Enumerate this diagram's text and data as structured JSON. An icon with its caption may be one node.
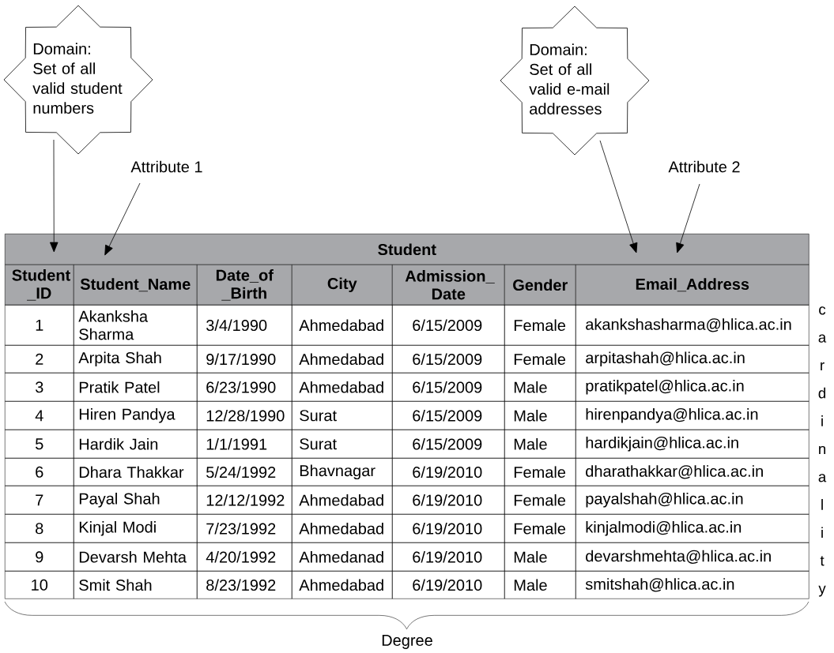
{
  "diagram": {
    "nodes": [
      {
        "text": [
          "Domain:",
          "Set of all valid student numbers"
        ]
      },
      {
        "text": [
          "Domain:",
          "Set of all valid e-mail addresses"
        ]
      },
      {
        "text": [
          "Attribute 1"
        ]
      },
      {
        "text": [
          "Attribute 2"
        ]
      },
      {
        "text": [
          "Student _ID"
        ]
      },
      {
        "text": [
          "Student_Name"
        ]
      },
      {
        "text": [
          "Email_Address"
        ]
      }
    ],
    "edges": [
      {
        "from": 0,
        "to": 4,
        "arrow": "to"
      },
      {
        "from": 2,
        "to": 5,
        "arrow": "to"
      },
      {
        "from": 1,
        "to": 6,
        "arrow": "to"
      },
      {
        "from": 3,
        "to": 6,
        "arrow": "to"
      }
    ],
    "labels": [
      "Student",
      "Date_of _Birth",
      "City",
      "Admission_ Date",
      "Gender",
      "1",
      "Akanksha Sharma",
      "3/4/1990",
      "Ahmedabad",
      "6/15/2009",
      "Female",
      "akankshasharma@hlica.ac.in",
      "2",
      "Arpita Shah",
      "9/17/1990",
      "Ahmedabad",
      "6/15/2009",
      "Female",
      "arpitashah@hlica.ac.in",
      "3",
      "Pratik Patel",
      "6/23/1990",
      "Ahmedabad",
      "6/15/2009",
      "Male",
      "pratikpatel@hlica.ac.in",
      "4",
      "Hiren Pandya",
      "12/28/1990",
      "Surat",
      "6/15/2009",
      "Male",
      "hirenpandya@hlica.ac.in",
      "5",
      "Hardik Jain",
      "1/1/1991",
      "Surat",
      "6/15/2009",
      "Male",
      "hardikjain@hlica.ac.in",
      "6",
      "Dhara Thakkar",
      "5/24/1992",
      "Bhavnagar",
      "6/19/2010",
      "Female",
      "dharathakkar@hlica.ac.in",
      "7",
      "Payal Shah",
      "12/12/1992",
      "Ahmedabad",
      "6/19/2010",
      "Female",
      "payalshah@hlica.ac.in",
      "8",
      "Kinjal Modi",
      "7/23/1992",
      "Ahmedabad",
      "6/19/2010",
      "Female",
      "kinjalmodi@hlica.ac.in",
      "9",
      "Devarsh Mehta",
      "4/20/1992",
      "Ahmedanad",
      "6/19/2010",
      "Male",
      "devarshmehta@hlica.ac.in",
      "10",
      "Smit Shah",
      "8/23/1992",
      "Ahmedabad",
      "6/19/2010",
      "Male",
      "smitshah@hlica.ac.in",
      "cardinality",
      "Degree"
    ]
  }
}
